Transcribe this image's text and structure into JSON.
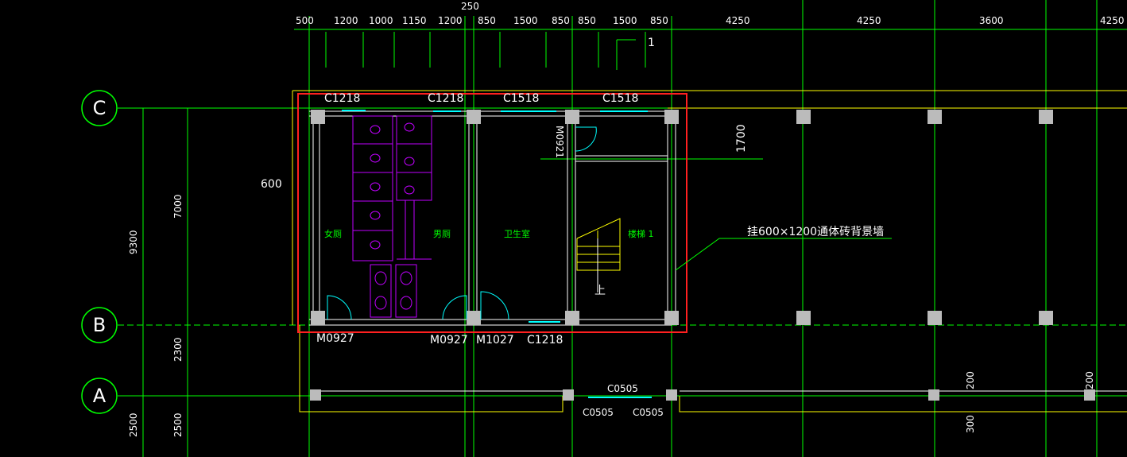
{
  "top_dims": [
    "500",
    "1200",
    "1000",
    "1150",
    "1200",
    "250",
    "850",
    "1500",
    "850",
    "850",
    "1500",
    "850",
    "4250",
    "4250",
    "3600",
    "4250"
  ],
  "left_dims": [
    "7000",
    "9300",
    "2300",
    "2500",
    "2500"
  ],
  "axes": [
    "C",
    "B",
    "A"
  ],
  "windows_top": [
    "C1218",
    "C1218",
    "C1518",
    "C1518"
  ],
  "doors_bottom": [
    "M0927",
    "M0927",
    "M1027",
    "C1218"
  ],
  "c0505": [
    "C0505",
    "C0505",
    "C0505"
  ],
  "rooms": [
    "女厕",
    "男厕",
    "卫生室",
    "楼梯 1"
  ],
  "m0921": "M0921",
  "dim_600": "600",
  "dim_1700": "1700",
  "dim_200a": "200",
  "dim_200b": "200",
  "dim_300": "300",
  "callout_1": "1",
  "up_label": "上",
  "annotation": "挂600×1200通体砖背景墙",
  "colors": {
    "grid": "#00ff00",
    "wall": "#ffffff",
    "highlight": "#ff2020",
    "fixture": "#c000ff",
    "stair": "#ffff00",
    "window": "#00ffff"
  }
}
